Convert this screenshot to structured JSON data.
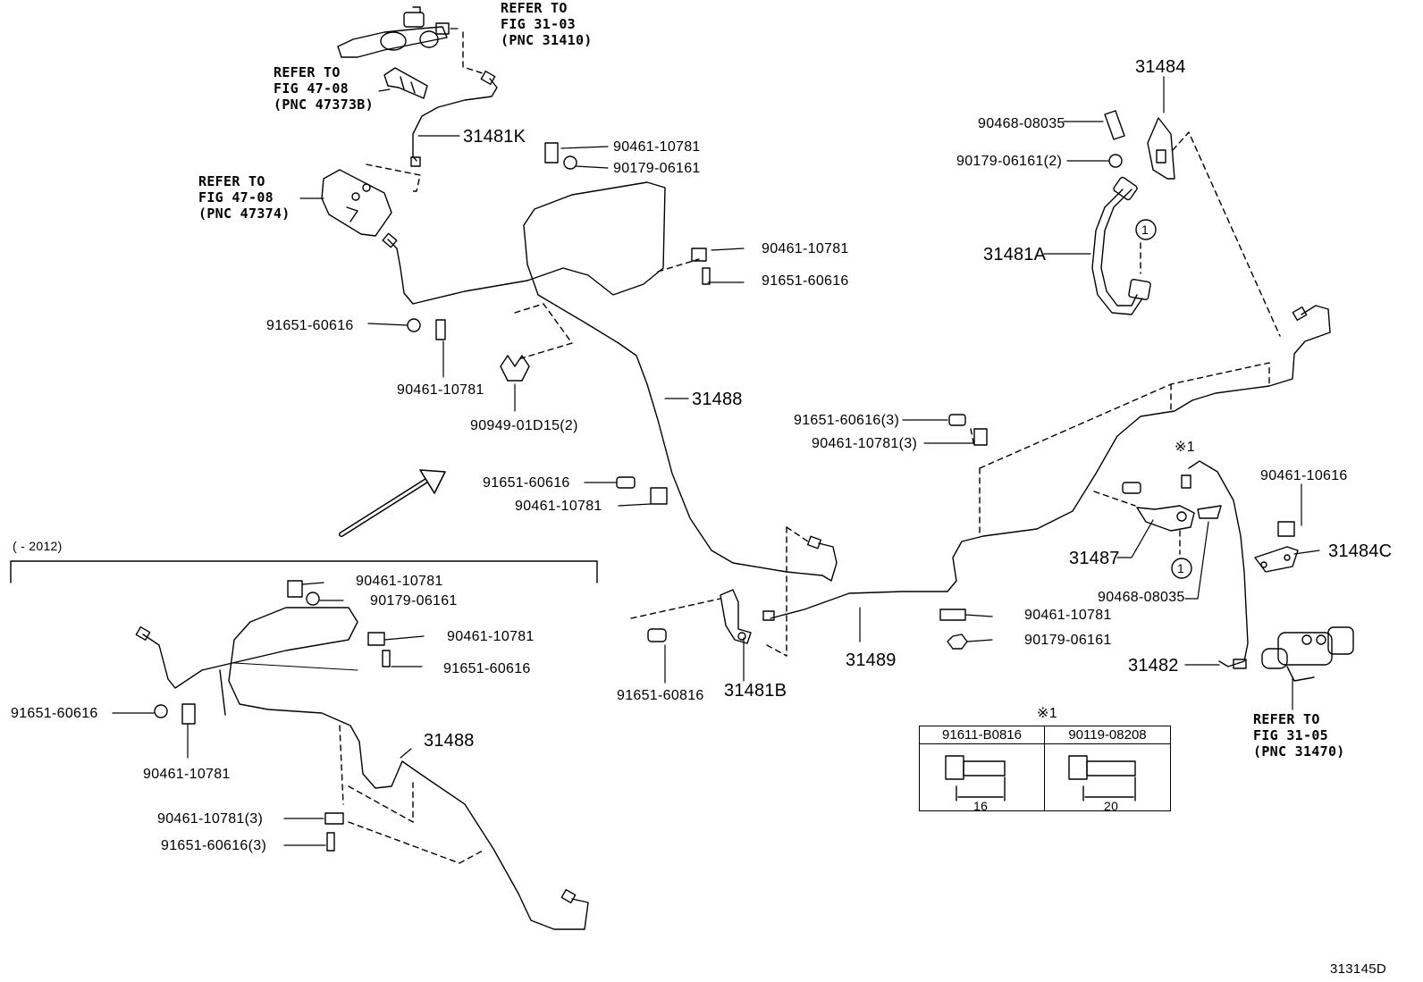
{
  "diagram_id": "313145D",
  "year_range": "(     - 2012)",
  "refs": {
    "fig_31_03": [
      "REFER TO",
      "FIG 31-03",
      "(PNC 31410)"
    ],
    "fig_47_08_b": [
      "REFER TO",
      "FIG 47-08",
      "(PNC 47373B)"
    ],
    "fig_47_08": [
      "REFER TO",
      "FIG 47-08",
      "(PNC 47374)"
    ],
    "fig_31_05": [
      "REFER TO",
      "FIG 31-05",
      "(PNC 31470)"
    ]
  },
  "parts": {
    "p31481k": "31481K",
    "p31488_top": "31488",
    "p31488_bottom": "31488",
    "p31484": "31484",
    "p31481a": "31481A",
    "p31487": "31487",
    "p31484c": "31484C",
    "p31482": "31482",
    "p31489": "31489",
    "p31481b": "31481B",
    "c90461_a": "90461-10781",
    "c90179_a": "90179-06161",
    "c90461_b": "90461-10781",
    "c91651_b": "91651-60616",
    "c91651_c": "91651-60616",
    "c90461_c": "90461-10781",
    "c90949": "90949-01D15(2)",
    "c91651_d": "91651-60616",
    "c90461_d": "90461-10781",
    "c90468_a": "90468-08035",
    "c90179_b": "90179-06161(2)",
    "c91651_e": "91651-60616(3)",
    "c90461_e": "90461-10781(3)",
    "c90461_f": "90461-10616",
    "c90468_b": "90468-08035",
    "c90461_g": "90461-10781",
    "c90179_c": "90179-06161",
    "c91651_f": "91651-60816",
    "l90461_a": "90461-10781",
    "l90179_a": "90179-06161",
    "l90461_b": "90461-10781",
    "l91651_b": "91651-60616",
    "l91651_c": "91651-60616",
    "l90461_c": "90461-10781",
    "l90461_d": "90461-10781(3)",
    "l91651_d": "91651-60616(3)"
  },
  "marks": {
    "note_ref": "※1",
    "circle_one": "1"
  },
  "note_table": {
    "title": "※1",
    "col1": "91611-B0816",
    "col2": "90119-08208",
    "len1": "16",
    "len2": "20"
  }
}
